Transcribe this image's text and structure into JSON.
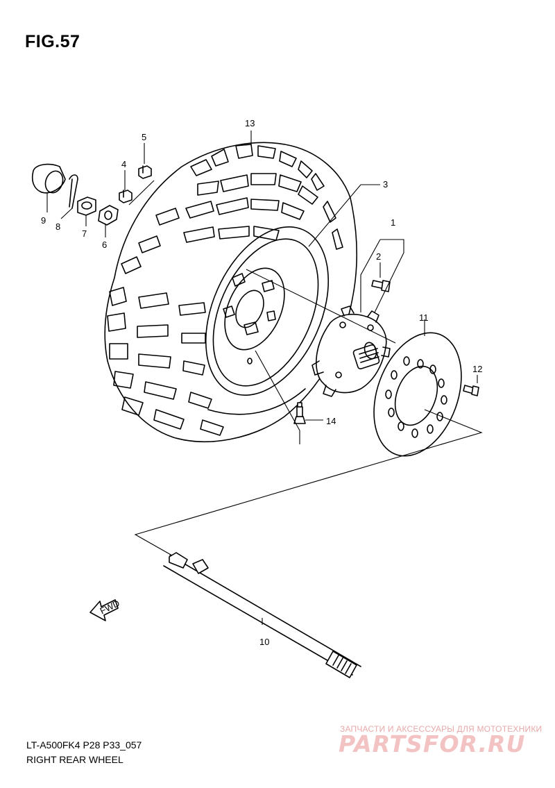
{
  "figure": {
    "title": "FIG.57"
  },
  "footer": {
    "model_code": "LT-A500FK4 P28 P33_057",
    "sheet_title": "RIGHT REAR WHEEL"
  },
  "watermark": {
    "tagline": "ЗАПЧАСТИ И АКСЕССУАРЫ ДЛЯ МОТОТЕХНИКИ",
    "logo": "PARTSFOR.RU",
    "color": "#f3c2c2"
  },
  "fwd_arrow": {
    "label": "FWD"
  },
  "callouts": {
    "p1": "1",
    "p2": "2",
    "p3": "3",
    "p4": "4",
    "p5": "5",
    "p6": "6",
    "p7": "7",
    "p8": "8",
    "p9": "9",
    "p10": "10",
    "p11": "11",
    "p12": "12",
    "p13": "13",
    "p14": "14"
  },
  "parts": [
    {
      "ref": "1",
      "name": "hub-assembly"
    },
    {
      "ref": "2",
      "name": "hub-bolt"
    },
    {
      "ref": "3",
      "name": "wheel-rim"
    },
    {
      "ref": "4",
      "name": "wheel-nut"
    },
    {
      "ref": "5",
      "name": "wheel-nut"
    },
    {
      "ref": "6",
      "name": "washer"
    },
    {
      "ref": "7",
      "name": "castle-nut"
    },
    {
      "ref": "8",
      "name": "cotter-pin"
    },
    {
      "ref": "9",
      "name": "hub-cap"
    },
    {
      "ref": "10",
      "name": "axle-shaft"
    },
    {
      "ref": "11",
      "name": "brake-disc"
    },
    {
      "ref": "12",
      "name": "disc-bolt"
    },
    {
      "ref": "13",
      "name": "tire"
    },
    {
      "ref": "14",
      "name": "valve"
    }
  ]
}
